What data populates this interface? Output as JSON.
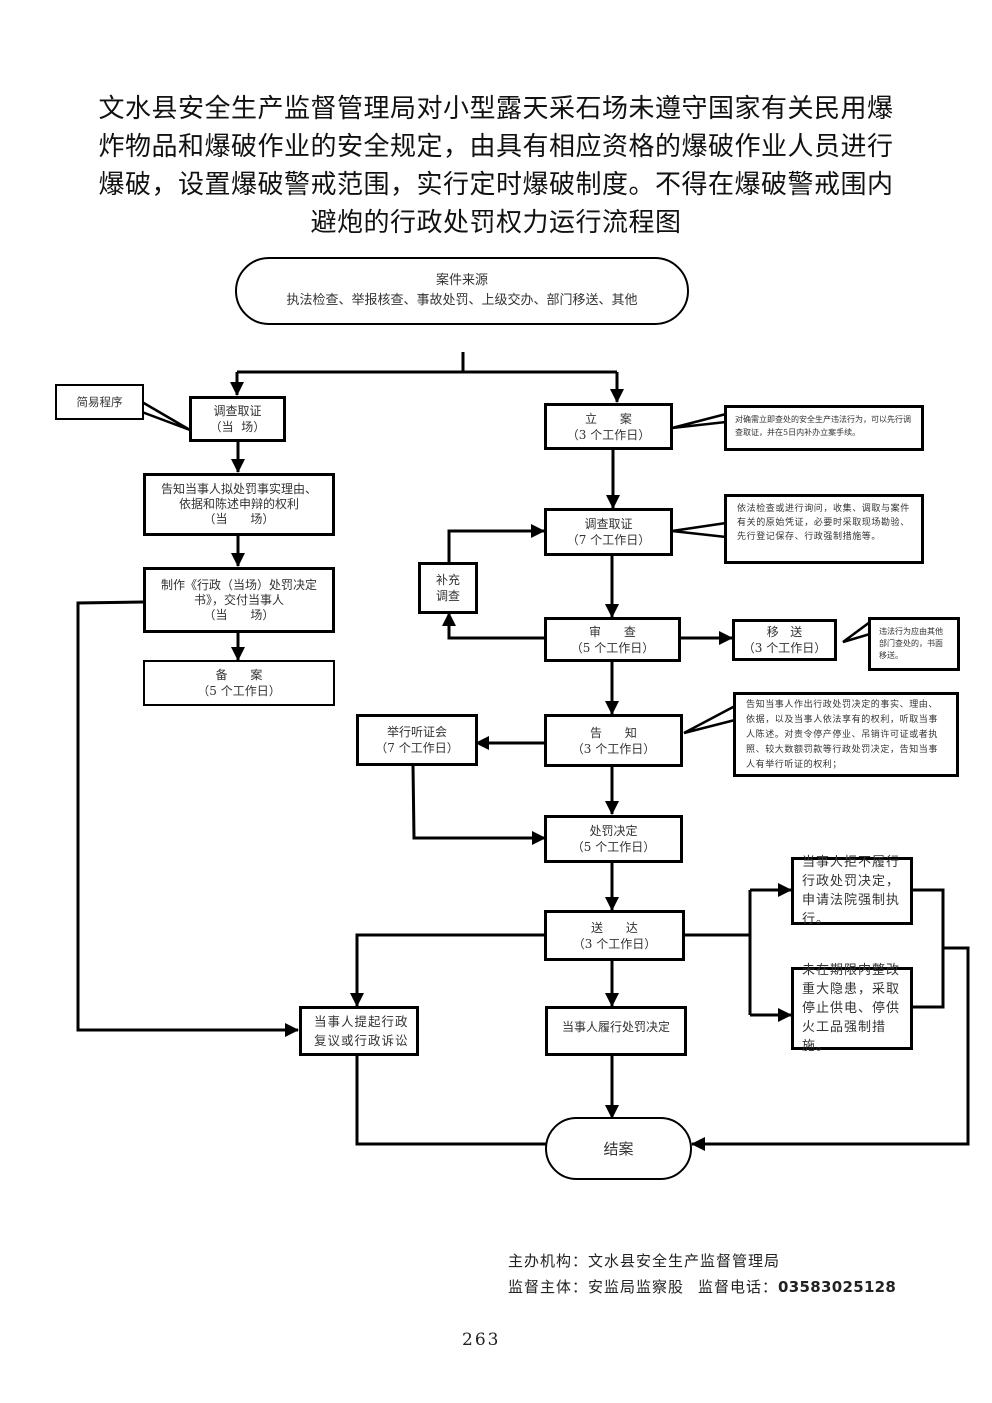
{
  "title": {
    "lines": [
      "文水县安全生产监督管理局对小型露天采石场未遵守国家有关民用爆",
      "炸物品和爆破作业的安全规定，由具有相应资格的爆破作业人员进行",
      "爆破，设置爆破警戒范围，实行定时爆破制度。不得在爆破警戒围内",
      "避炮的行政处罚权力运行流程图"
    ]
  },
  "start": {
    "line1": "案件来源",
    "line2": "执法检查、举报核查、事故处罚、上级交办、部门移送、其他"
  },
  "left_branch": {
    "simple_procedure_label": "简易程序",
    "investigate_onsite": {
      "line1": "调查取证",
      "line2": "（当  场）"
    },
    "notify_onsite": {
      "line1": "告知当事人拟处罚事实理由、",
      "line2": "依据和陈述申辩的权利",
      "line3": "（当      场）"
    },
    "make_decision": {
      "line1": "制作《行政（当场）处罚决定",
      "line2": "书》，交付当事人",
      "line3": "（当      场）"
    },
    "filing": {
      "line1": "备      案",
      "line2": "（5 个工作日）"
    }
  },
  "right_branch": {
    "register": {
      "line1": "立      案",
      "line2": "（3 个工作日）"
    },
    "register_note": "对确需立即查处的安全生产违法行为，可以先行调查取证，并在5日内补办立案手续。",
    "investigate": {
      "line1": "调查取证",
      "line2": "（7 个工作日）"
    },
    "investigate_note": "依法检查或进行询问，收集、调取与案件有关的原始凭证，必要时采取现场勘验、先行登记保存、行政强制措施等。",
    "supplement": {
      "line1": "补充",
      "line2": "调查"
    },
    "review": {
      "line1": "审      查",
      "line2": "（5 个工作日）"
    },
    "transfer": {
      "line1": "移   送",
      "line2": "（3 个工作日）"
    },
    "transfer_note": "违法行为应由其他部门查处的，书面移送。",
    "notify": {
      "line1": "告      知",
      "line2": "（3 个工作日）"
    },
    "notify_note": "告知当事人作出行政处罚决定的事实、理由、依据，以及当事人依法享有的权利，听取当事人陈述。对责令停产停业、吊销许可证或者执照、较大数额罚款等行政处罚决定，告知当事人有举行听证的权利；",
    "hearing": {
      "line1": "举行听证会",
      "line2": "（7 个工作日）"
    },
    "decision": {
      "line1": "处罚决定",
      "line2": "（5 个工作日）"
    },
    "deliver": {
      "line1": "送      达",
      "line2": "（3 个工作日）"
    },
    "refuse": "当事人拒不履行行政处罚决定，申请法院强制执行。",
    "hazard": "未在期限内整改重大隐患，采取停止供电、停供火工品强制措施。",
    "appeal": {
      "line1": "当事人提起行政",
      "line2": "复议或行政诉讼"
    },
    "comply": "当事人履行处罚决定"
  },
  "end": {
    "label": "结案"
  },
  "footer": {
    "org_label": "主办机构：",
    "org_value": "文水县安全生产监督管理局",
    "supervisor_label": "监督主体：",
    "supervisor_value": "安监局监察股",
    "phone_label": "监督电话：",
    "phone_value": "03583025128"
  },
  "page_number": "263"
}
